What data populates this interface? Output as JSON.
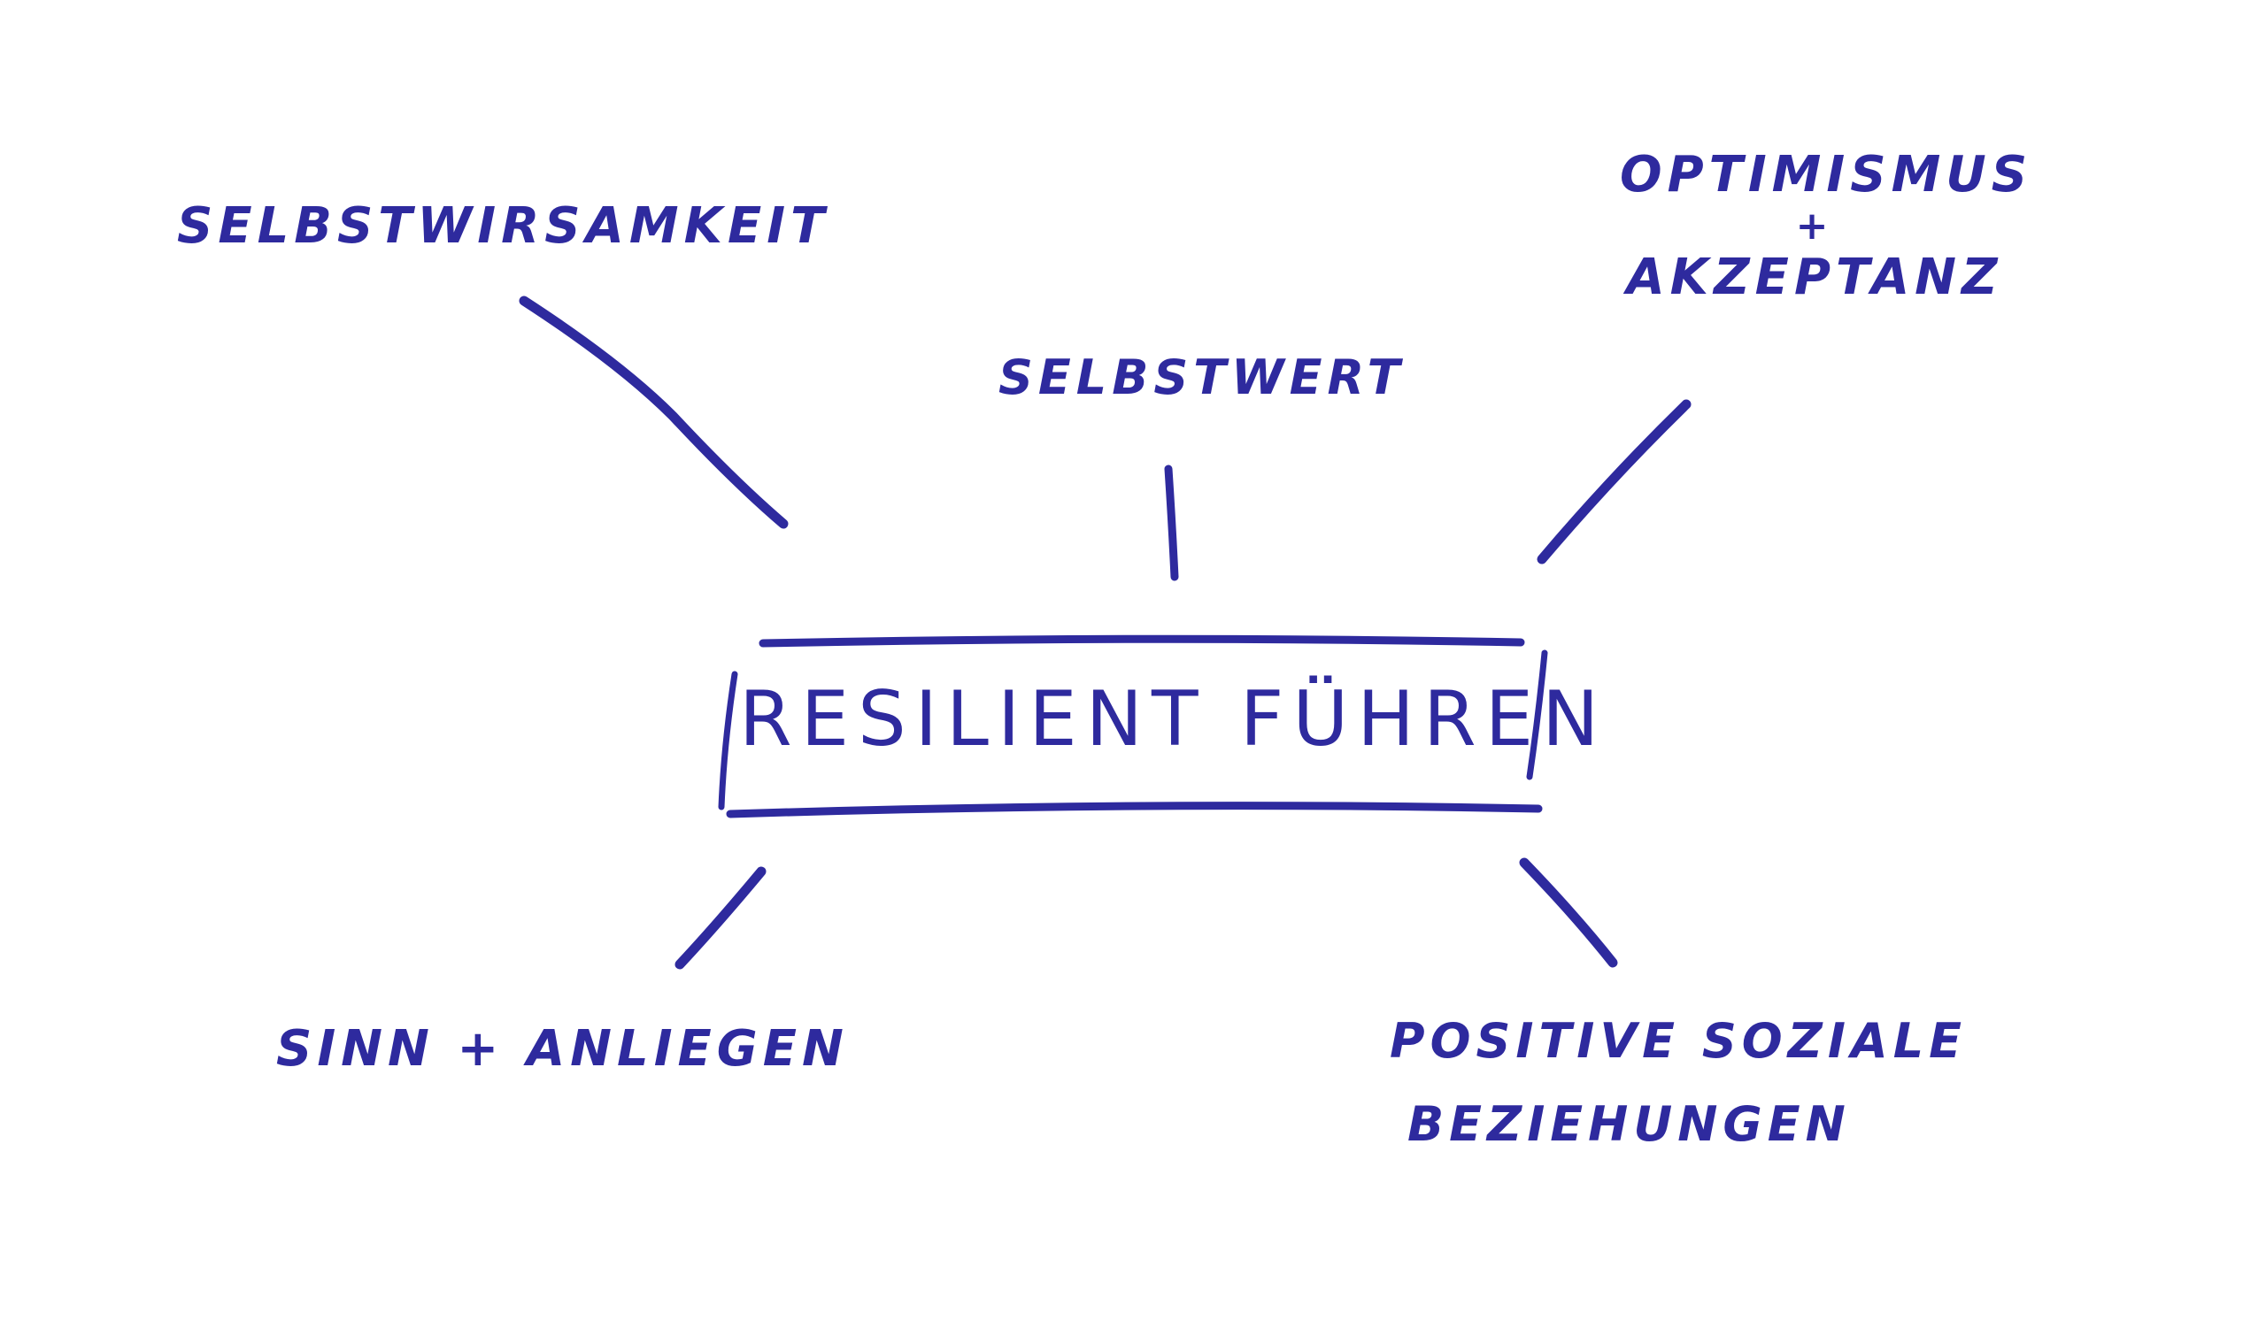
{
  "center": {
    "label": "RESILIENT FÜHREN"
  },
  "nodes": {
    "selbstwirksamkeit": {
      "label": "SELBSTWIRSAMKEIT"
    },
    "selbstwert": {
      "label": "SELBSTWERT"
    },
    "optimismus": {
      "line1": "OPTIMISMUS",
      "line2": "+",
      "line3": "AKZEPTANZ"
    },
    "sinn": {
      "label": "SINN + ANLIEGEN"
    },
    "beziehungen": {
      "line1": "POSITIVE SOZIALE",
      "line2": "BEZIEHUNGEN"
    }
  },
  "colors": {
    "ink": "#2e2a9e",
    "paper": "#ffffff"
  }
}
